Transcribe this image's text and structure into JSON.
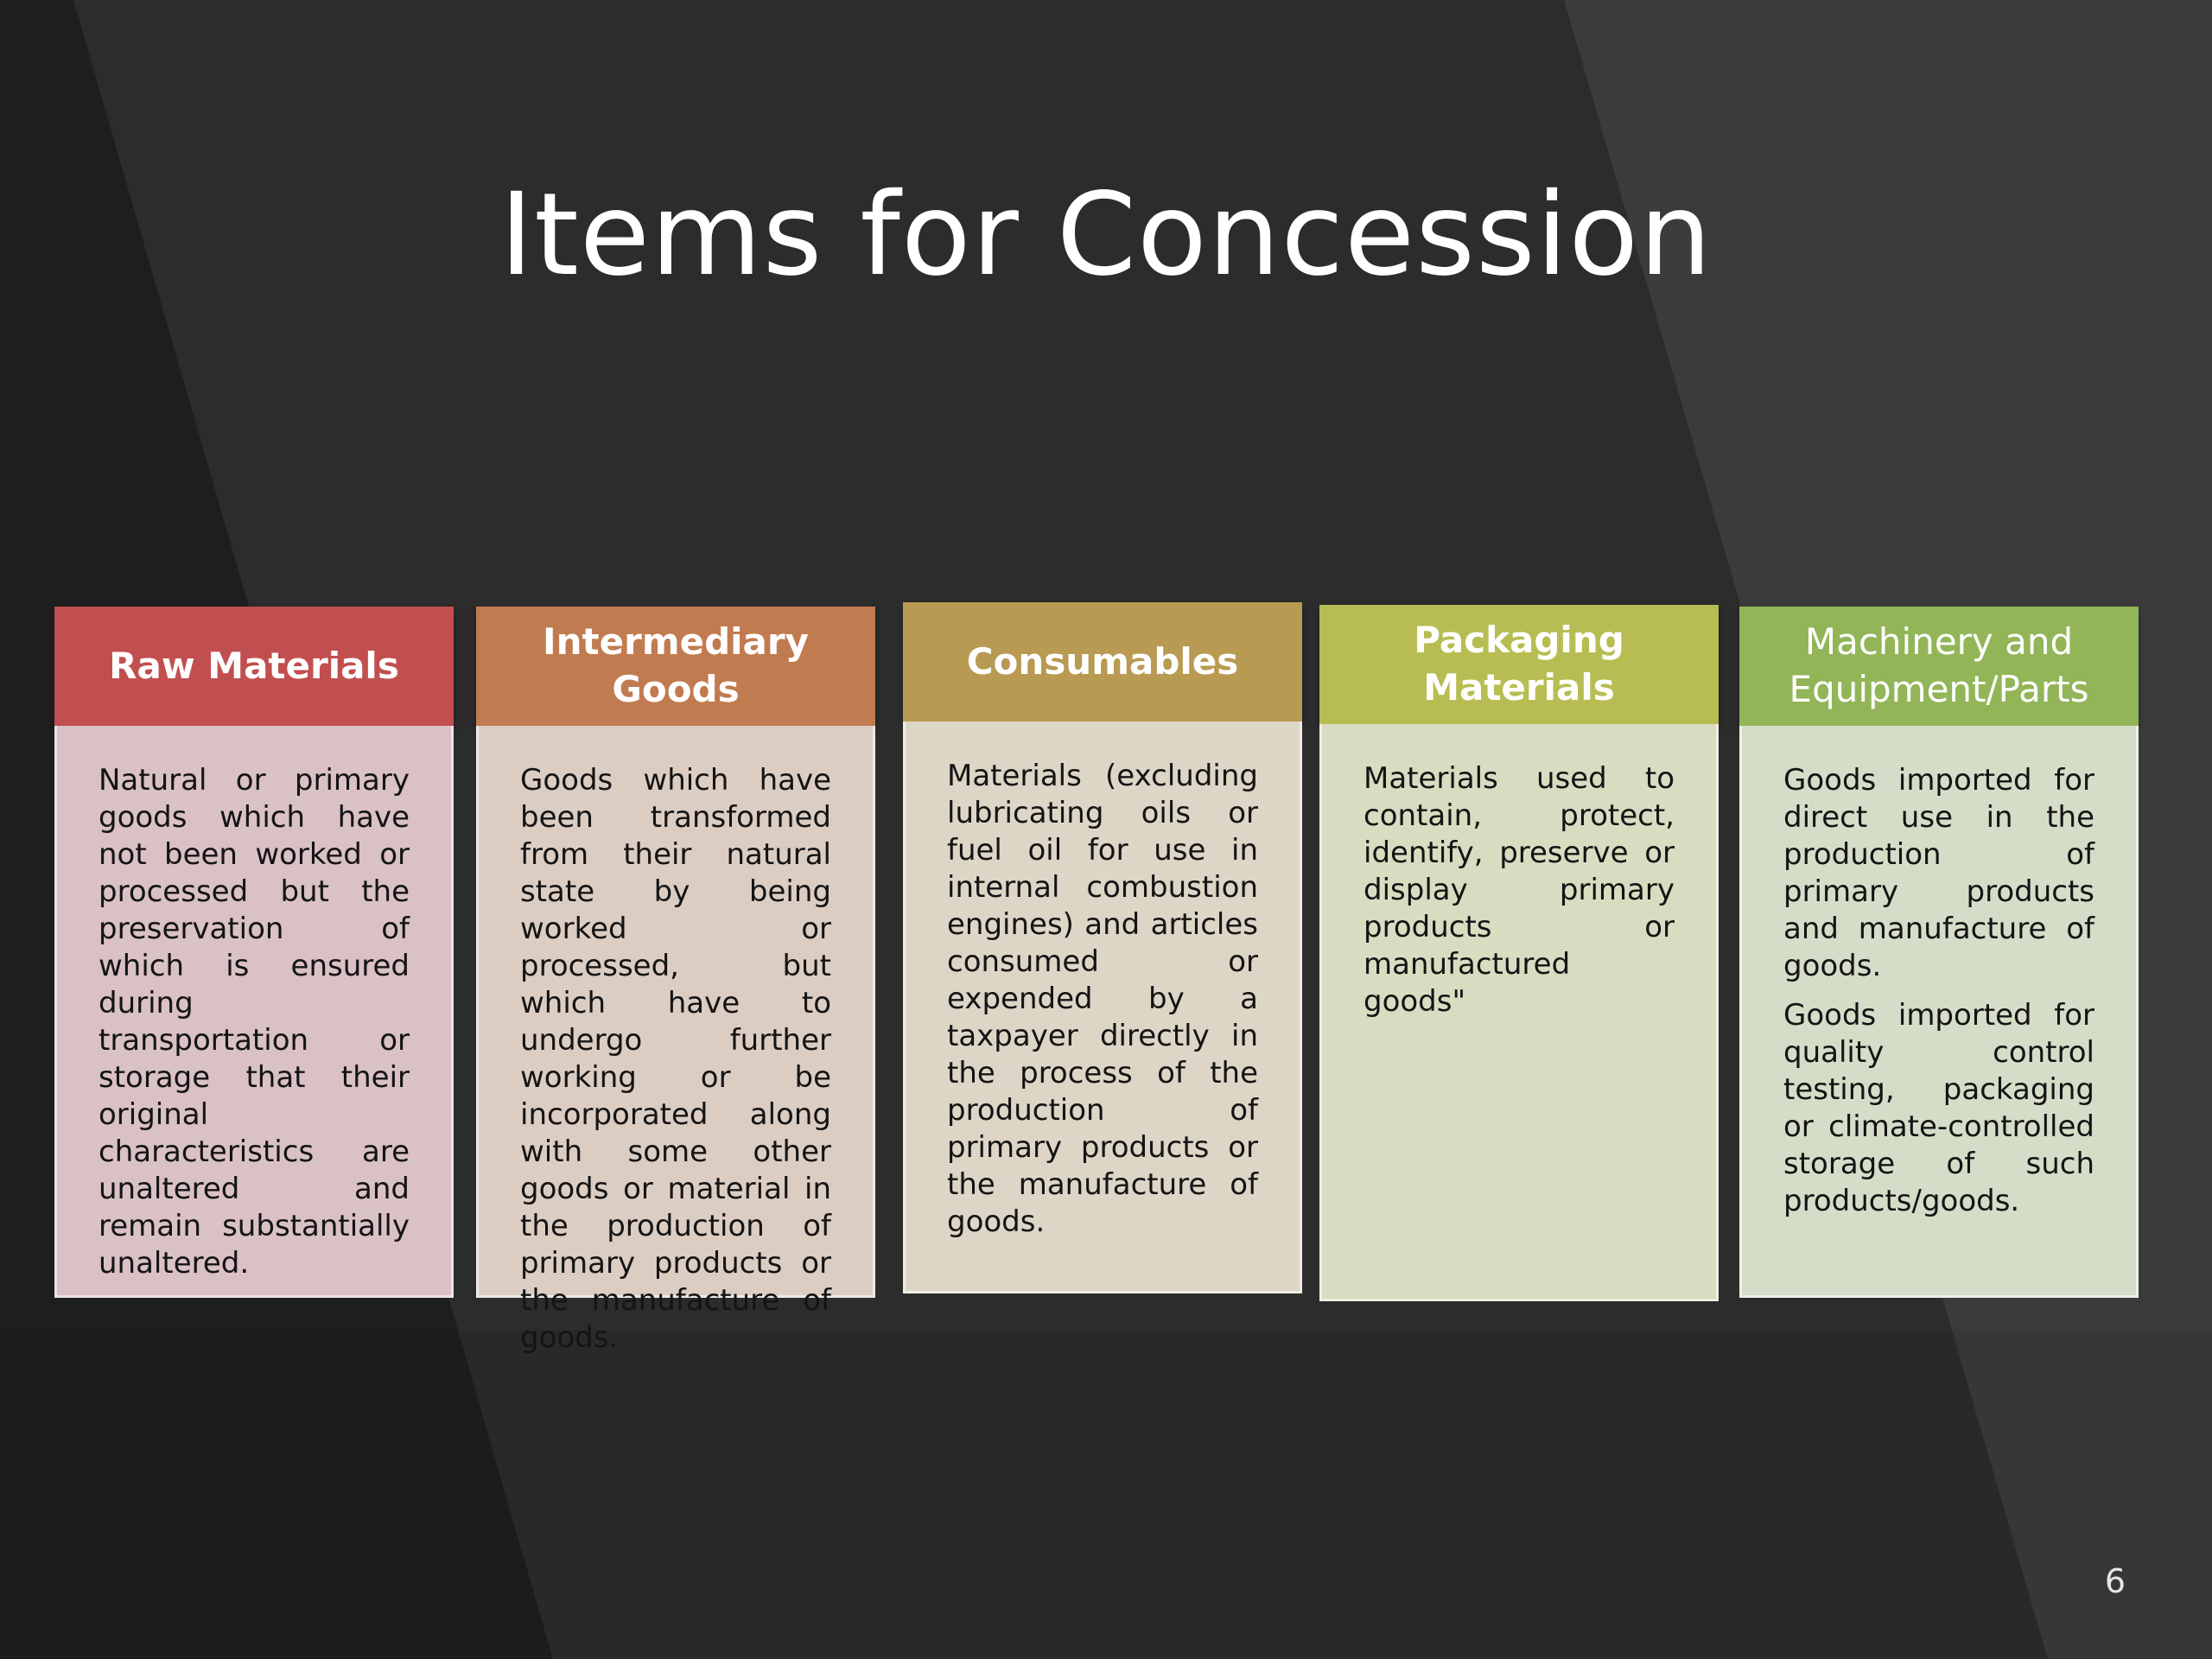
{
  "slide": {
    "title": "Items for Concession",
    "page_number": "6"
  },
  "colors": {
    "background": "#232323",
    "raw_header": "#c24f4f",
    "raw_body": "#d9c1c5",
    "intermediary_header": "#c17b50",
    "intermediary_body": "#dccdc3",
    "consumables_header": "#b89a52",
    "consumables_body": "#ddd5c6",
    "packaging_header": "#b7bd52",
    "packaging_body": "#d9dcc1",
    "machinery_header": "#92b558",
    "machinery_body": "#d5ddc8"
  },
  "cards": [
    {
      "header": "Raw Materials",
      "paragraphs": [
        "Natural or primary goods which have not been worked or processed but the preservation of which is ensured during transportation or storage that their original characteristics are unaltered and remain substantially unaltered."
      ]
    },
    {
      "header": "Intermediary Goods",
      "paragraphs": [
        "Goods which have been transformed from their natural state by being worked or processed, but which have to undergo further working or be incorporated along with some other goods or material in the production of primary products or the manufacture of goods."
      ]
    },
    {
      "header": "Consumables",
      "paragraphs": [
        "Materials (excluding lubricating oils or fuel oil for use in internal combustion engines) and articles consumed or expended by a taxpayer directly in the process of the production of primary products or the manufacture of goods."
      ]
    },
    {
      "header": "Packaging Materials",
      "paragraphs": [
        "Materials used to contain, protect, identify, preserve or display primary products or manufactured goods\""
      ]
    },
    {
      "header": "Machinery and Equipment/Parts",
      "paragraphs": [
        "Goods imported for direct use in the production of primary products and manufacture of goods.",
        "Goods imported for quality control testing, packaging or climate-controlled storage of such products/goods."
      ]
    }
  ]
}
